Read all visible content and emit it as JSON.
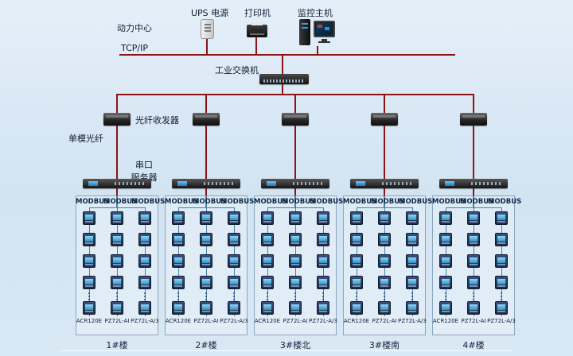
{
  "labels": {
    "power_center": "动力中心",
    "tcpip": "TCP/IP",
    "industrial_switch": "工业交换机",
    "fiber_transceiver": "光纤收发器",
    "single_mode_fiber": "单模光纤",
    "serial_server_line1": "串口",
    "serial_server_line2": "服务器"
  },
  "top_devices": {
    "ups": "UPS 电源",
    "printer": "打印机",
    "monitor_host": "监控主机"
  },
  "groups": [
    {
      "name": "1#楼",
      "columns": [
        {
          "bus": "MODBUS",
          "meter_label": "ACR120E"
        },
        {
          "bus": "MODBUS",
          "meter_label": "PZ72L-AI"
        },
        {
          "bus": "MODBUS",
          "meter_label": "PZ72L-A/3"
        }
      ]
    },
    {
      "name": "2#楼",
      "columns": [
        {
          "bus": "MODBUS",
          "meter_label": "ACR120E"
        },
        {
          "bus": "MODBUS",
          "meter_label": "PZ72L-AI"
        },
        {
          "bus": "MODBUS",
          "meter_label": "PZ72L-A/3"
        }
      ]
    },
    {
      "name": "3#楼北",
      "columns": [
        {
          "bus": "MODBUS",
          "meter_label": "ACR120E"
        },
        {
          "bus": "MODBUS",
          "meter_label": "PZ72L-AI"
        },
        {
          "bus": "MODBUS",
          "meter_label": "PZ72L-A/3"
        }
      ]
    },
    {
      "name": "3#楼南",
      "columns": [
        {
          "bus": "MODBUS",
          "meter_label": "ACR120E"
        },
        {
          "bus": "MODBUS",
          "meter_label": "PZ72L-AI"
        },
        {
          "bus": "MODBUS",
          "meter_label": "PZ72L-A/3"
        }
      ]
    },
    {
      "name": "4#楼",
      "columns": [
        {
          "bus": "MODBUS",
          "meter_label": "ACR120E"
        },
        {
          "bus": "MODBUS",
          "meter_label": "PZ72L-AI"
        },
        {
          "bus": "MODBUS",
          "meter_label": "PZ72L-A/3"
        }
      ]
    }
  ]
}
